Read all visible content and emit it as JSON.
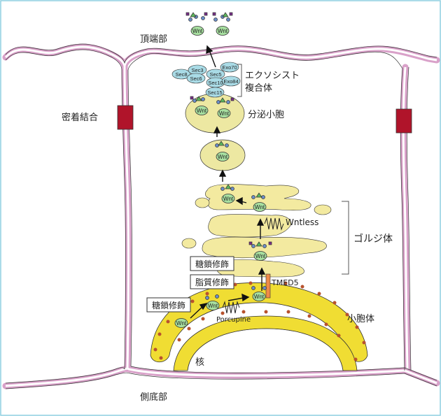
{
  "labels": {
    "apical": "頂端部",
    "tight_junction": "密着結合",
    "exocyst": "エクソシスト",
    "exocyst2": "複合体",
    "secretory_vesicle": "分泌小胞",
    "golgi": "ゴルジ体",
    "wntless": "Wntless",
    "tmed5": "TMED5",
    "er": "小胞体",
    "porcupine": "Porcupine",
    "nucleus": "核",
    "basolateral": "側底部",
    "glyco1": "糖鎖修飾",
    "lipid": "脂質修飾",
    "glyco2": "糖鎖修飾"
  },
  "wnt_label": "Wnt",
  "exocyst_subunits": [
    "Sec8",
    "Sec3",
    "Sec6",
    "Sec5",
    "Exo70",
    "Sec10",
    "Exo84",
    "Sec15"
  ],
  "colors": {
    "membrane": "#d9a1c9",
    "junction": "#b0142a",
    "er": "#f0dd33",
    "golgi": "#f3eaa0",
    "vesicle": "#ede8a2",
    "wnt": "#a7dfa0",
    "exocyst": "#a9dbe6",
    "tmed5": "#ef8a48"
  }
}
